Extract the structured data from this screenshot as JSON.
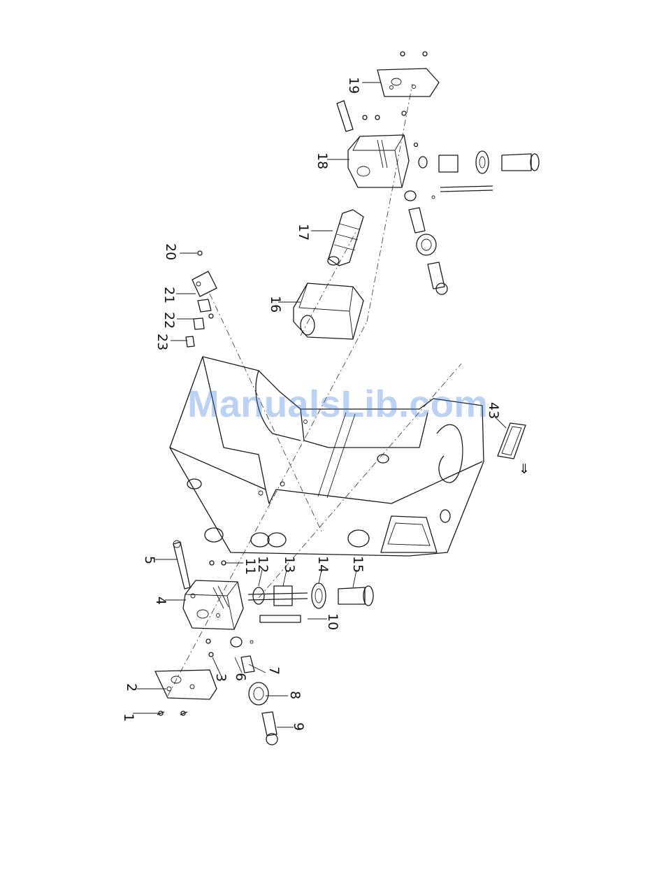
{
  "watermark": "ManualsLib.com",
  "arrow_glyph": "⇒",
  "part_labels": [
    "1",
    "2",
    "3",
    "4",
    "5",
    "6",
    "7",
    "8",
    "9",
    "10",
    "11",
    "12",
    "13",
    "14",
    "15",
    "16",
    "17",
    "18",
    "19",
    "20",
    "21",
    "22",
    "23",
    "43"
  ]
}
